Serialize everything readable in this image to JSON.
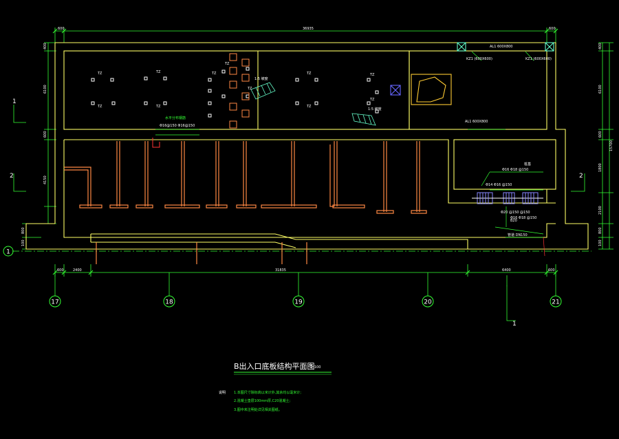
{
  "drawing": {
    "title": "B出入口底板结构平面图",
    "scale": "1:100",
    "notes_label": "说明",
    "notes": [
      "1.本图尺寸除标高以米计外,其余均以毫米计;",
      "2.混凝土垫层100mm厚,C20混凝土;",
      "3.图中未注明处详见相关图纸。"
    ],
    "colors": {
      "background": "#000000",
      "wall": "#ffff66",
      "dimension": "#33ff33",
      "column": "#ff8844",
      "axis": "#33ff33",
      "note_text": "#33ff33",
      "rebar": "#6666ff",
      "hatch": "#66ffcc"
    },
    "axes": [
      {
        "label": "17"
      },
      {
        "label": "18"
      },
      {
        "label": "19"
      },
      {
        "label": "20"
      },
      {
        "label": "21"
      }
    ],
    "row_axis": "1",
    "sections": [
      {
        "label": "1"
      },
      {
        "label": "2"
      },
      {
        "label": "2"
      },
      {
        "label": "1"
      }
    ],
    "dims_top": [
      "600",
      "36935",
      "600"
    ],
    "dims_bottom": [
      "600",
      "2400",
      "31835",
      "6400",
      "600"
    ],
    "dims_left": [
      "400",
      "6100",
      "600",
      "4150",
      "800",
      "100"
    ],
    "dims_right": [
      "400",
      "6100",
      "600",
      "1800",
      "2100",
      "800",
      "100"
    ],
    "right_total": "15700",
    "column_tag": "TZ",
    "annotations": {
      "a1_top": "AL1 600X800",
      "a1_mid": "AL1 600X800",
      "kz_left": "KZ1 (600X600)",
      "kz_right": "KZ1 (600X600)",
      "rebar_note": "水平分布钢筋",
      "rebar_spec": "Φ16@150 Φ16@150",
      "sump_note": "1:5 坡度",
      "sump_note2": "1:5 坡度",
      "pile_label": "桩基",
      "rebar_a": "Φ16 Φ18 @150",
      "rebar_b": "Φ14 Φ16 @150",
      "rebar_c": "Φ20 @150 @150",
      "rebar_d": "B20",
      "rebar_e": "Φ16 Φ18 @150",
      "water_pipe": "管道 DN150"
    }
  }
}
